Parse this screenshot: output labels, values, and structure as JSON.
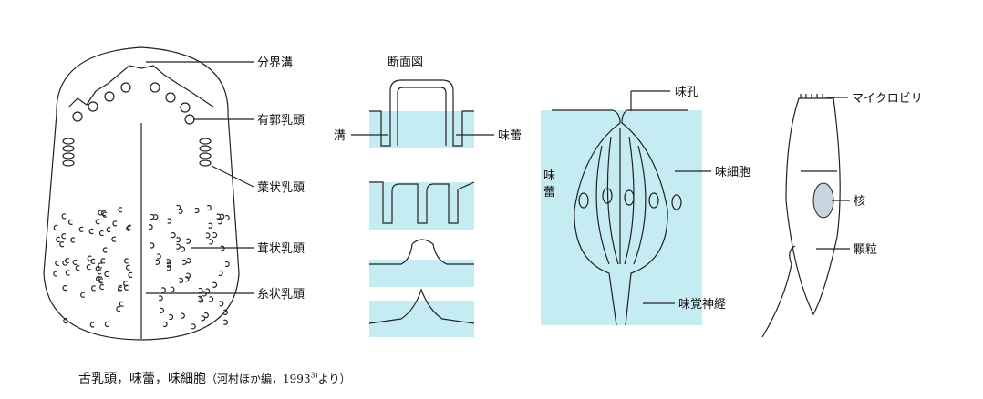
{
  "colors": {
    "tissue": "#c6ecf3",
    "line": "#222222"
  },
  "tongue": {
    "labels": {
      "terminal_sulcus": "分界溝",
      "circumvallate": "有郭乳頭",
      "foliate": "葉状乳頭",
      "fungiform": "茸状乳頭",
      "filiform": "糸状乳頭"
    }
  },
  "section": {
    "title": "断面図",
    "groove": "溝",
    "taste_bud": "味蕾"
  },
  "bud": {
    "pore": "味孔",
    "side_label": "味蕾",
    "cell": "味細胞",
    "nerve": "味覚神経"
  },
  "cell": {
    "microvilli": "マイクロビリ",
    "nucleus": "核",
    "granules": "顆粒"
  },
  "caption": {
    "main": "舌乳頭，味蕾，味細胞",
    "source_open": "（河村ほか編，1993",
    "source_ref": "3)",
    "source_close": "より）"
  }
}
